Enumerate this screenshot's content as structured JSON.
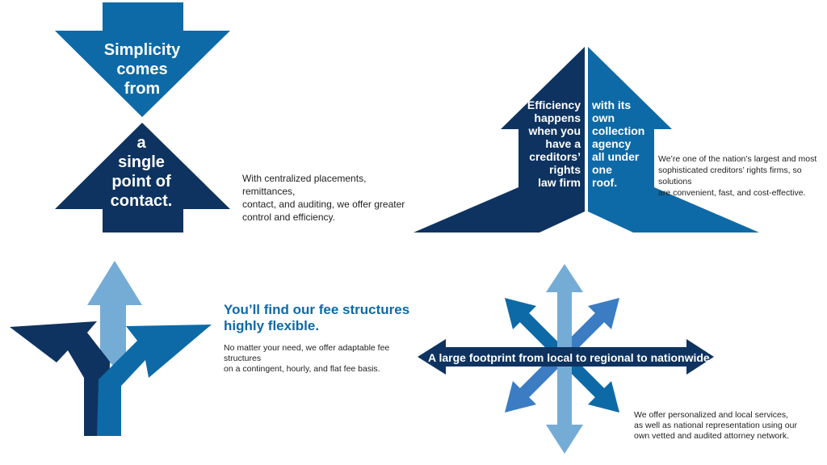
{
  "colors": {
    "navy": "#0e3360",
    "blue": "#0d6aa6",
    "mid_blue": "#3b7cc2",
    "light_blue": "#74acd6",
    "text": "#222222"
  },
  "simplicity": {
    "top_lines": [
      "Simplicity",
      "comes",
      "from"
    ],
    "bottom_lines": [
      "a",
      "single",
      "point of",
      "contact."
    ],
    "description_lines": [
      "With centralized placements, remittances,",
      "contact, and auditing, we offer greater",
      "control and efficiency."
    ]
  },
  "efficiency": {
    "left_lines": [
      "Efficiency",
      "happens",
      "when you",
      "have a",
      "creditors’",
      "rights",
      "law firm"
    ],
    "right_lines": [
      "with its",
      "own",
      "collection",
      "agency",
      "all under",
      "one",
      "roof."
    ],
    "description_lines": [
      "We’re one of the nation’s largest and most",
      "sophisticated creditors’ rights firms, so solutions",
      "are convenient, fast, and cost-effective."
    ]
  },
  "flexible": {
    "heading_lines": [
      "You’ll find our fee structures",
      "highly flexible."
    ],
    "description_lines": [
      "No matter your need, we offer adaptable fee structures",
      "on a contingent, hourly, and flat fee basis."
    ]
  },
  "footprint": {
    "band_text": "A large footprint from local to regional to nationwide.",
    "description_lines": [
      "We offer personalized and local services,",
      "as well as national representation using our",
      "own vetted and audited attorney network."
    ]
  }
}
